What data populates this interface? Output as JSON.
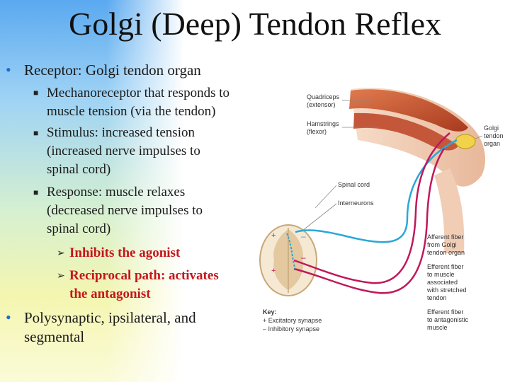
{
  "slide": {
    "title": "Golgi (Deep) Tendon Reflex",
    "bullet1": "Receptor: Golgi tendon organ",
    "sub1": [
      "Mechanoreceptor that responds to",
      "muscle tension (via the tendon)"
    ],
    "sub2": [
      "Stimulus: increased tension",
      "(increased nerve impulses to",
      "spinal cord)"
    ],
    "sub3": [
      "Response: muscle relaxes",
      "(decreased nerve impulses to",
      "spinal cord)"
    ],
    "subsub1": "Inhibits the agonist",
    "subsub2": [
      "Reciprocal path: activates",
      "the antagonist"
    ],
    "bullet2": [
      "Polysynaptic, ipsilateral, and",
      "segmental"
    ]
  },
  "figure": {
    "labels": {
      "quadriceps": [
        "Quadriceps",
        "(extensor)"
      ],
      "hamstrings": [
        "Hamstrings",
        "(flexor)"
      ],
      "golgi": [
        "Golgi",
        "tendon",
        "organ"
      ],
      "spinal_cord": "Spinal cord",
      "interneurons": "Interneurons",
      "afferent": [
        "Afferent fiber",
        "from Golgi",
        "tendon organ"
      ],
      "efferent1": [
        "Efferent fiber",
        "to muscle",
        "associated",
        "with stretched",
        "tendon"
      ],
      "efferent2": [
        "Efferent fiber",
        "to antagonistic",
        "muscle"
      ]
    },
    "key": {
      "title": "Key:",
      "excitatory": "+  Excitatory synapse",
      "inhibitory": "–  Inhibitory synapse"
    },
    "colors": {
      "afferent": "#29a8d8",
      "efferent": "#c0185a",
      "muscle": "#c0502a"
    }
  }
}
